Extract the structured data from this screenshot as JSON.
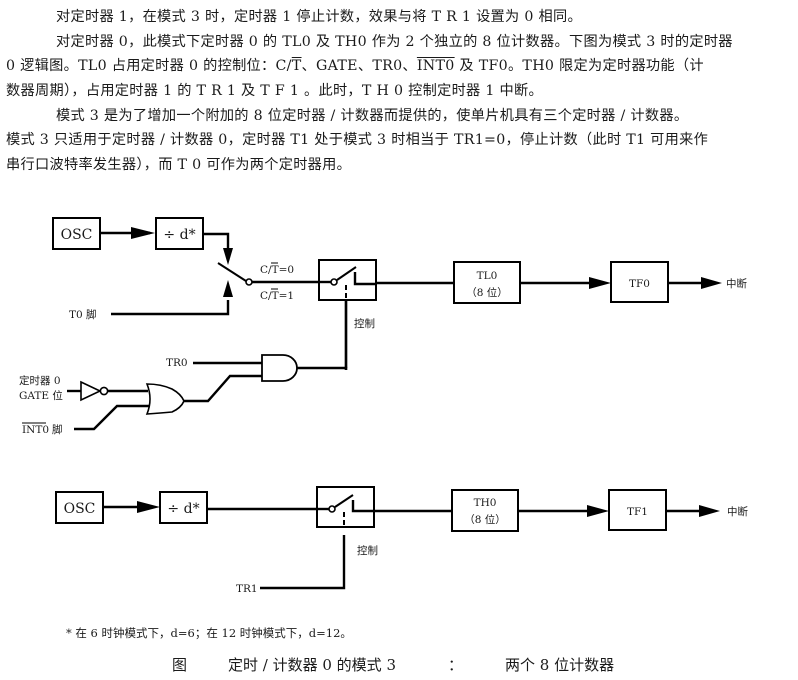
{
  "text": {
    "line1": "对定时器 1，在模式 3 时，定时器 1 停止计数，效果与将 T R 1 设置为 0 相同。",
    "line2": "对定时器 0，此模式下定时器 0 的 TL0 及 TH0 作为 2 个独立的 8 位计数器。下图为模式 3 时的定时器",
    "line3_a": "0 逻辑图。TL0 占用定时器 0 的控制位：C/",
    "line3_t": "T",
    "line3_b": "、GATE、TR0、",
    "line3_int": "INT0",
    "line3_c": " 及 TF0。TH0 限定为定时器功能（计",
    "line4": "数器周期），占用定时器 1 的 T R 1 及 T F 1 。此时，T H 0 控制定时器 1 中断。",
    "line5": "模式 3 是为了增加一个附加的 8 位定时器 / 计数器而提供的，使单片机具有三个定时器 / 计数器。",
    "line6": "模式 3 只适用于定时器 / 计数器 0，定时器 T1 处于模式 3 时相当于 TR1=0，停止计数（此时 T1 可用来作",
    "line7": "串行口波特率发生器），而 T 0  可作为两个定时器用。"
  },
  "diagram_top": {
    "osc": "OSC",
    "divider": "÷ d*",
    "ct0": "C/T=0",
    "ct1": "C/T=1",
    "t0_pin": "T0 脚",
    "control": "控制",
    "tl0": "TL0",
    "tl0_bits": "（8  位）",
    "tf0": "TF0",
    "interrupt": "中断",
    "tr0": "TR0",
    "gate_line1": "定时器 0",
    "gate_line2": "GATE 位",
    "int0": "INT0",
    "int0_suffix": "脚"
  },
  "diagram_bottom": {
    "osc": "OSC",
    "divider": "÷ d*",
    "control": "控制",
    "th0": "TH0",
    "th0_bits": "（8  位）",
    "tf1": "TF1",
    "interrupt": "中断",
    "tr1": "TR1"
  },
  "footnote": "*  在 6 时钟模式下，d=6；在 12 时钟模式下，d=12。",
  "caption": {
    "fig": "图",
    "title": "定时 / 计数器 0 的模式 3",
    "colon": "：",
    "subtitle": "两个 8 位计数器"
  }
}
